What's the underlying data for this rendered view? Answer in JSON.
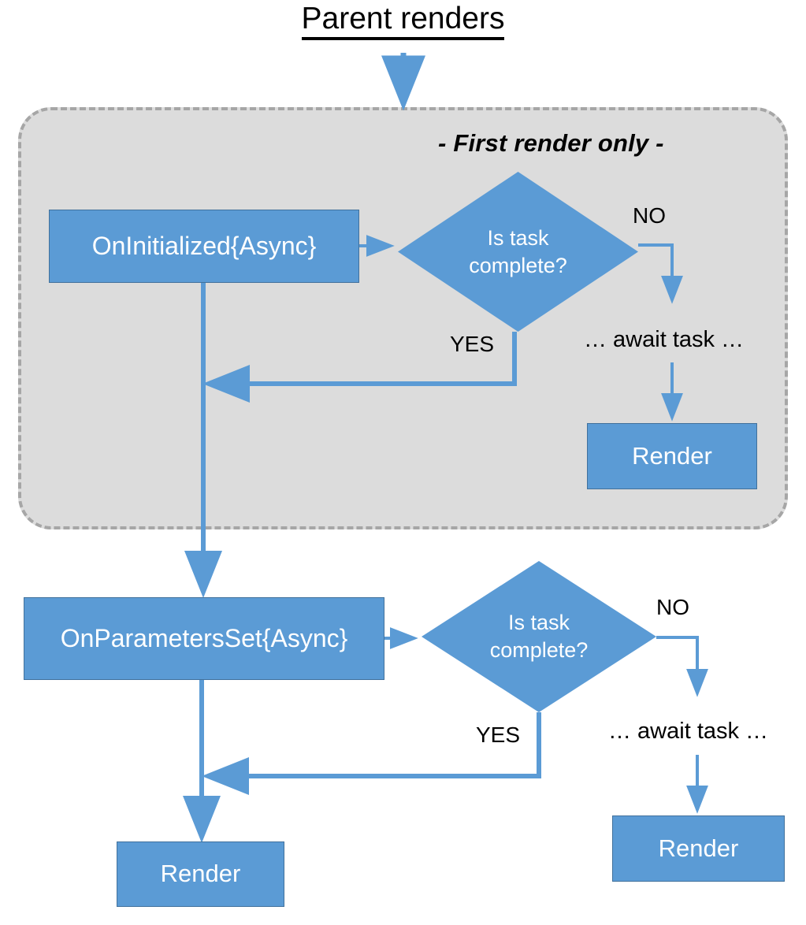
{
  "diagram": {
    "title": "Parent renders",
    "colors": {
      "node_fill": "#5B9BD5",
      "node_stroke": "#41719C",
      "connector": "#5B9BD5",
      "panel_fill": "#DCDCDC",
      "panel_border": "#A6A6A6",
      "text_on_node": "#FFFFFF",
      "text": "#000000"
    },
    "panel": {
      "note": "- First render only -"
    },
    "nodes": {
      "on_initialized": "OnInitialized{Async}",
      "on_parameters_set": "OnParametersSet{Async}",
      "decision_first_line1": "Is task",
      "decision_first_line2": "complete?",
      "decision_params_line1": "Is task",
      "decision_params_line2": "complete?",
      "render_first": "Render",
      "render_sync": "Render",
      "render_async": "Render"
    },
    "edge_labels": {
      "no_first": "NO",
      "yes_first": "YES",
      "await_first": "… await task …",
      "no_params": "NO",
      "yes_params": "YES",
      "await_params": "… await task …"
    }
  }
}
